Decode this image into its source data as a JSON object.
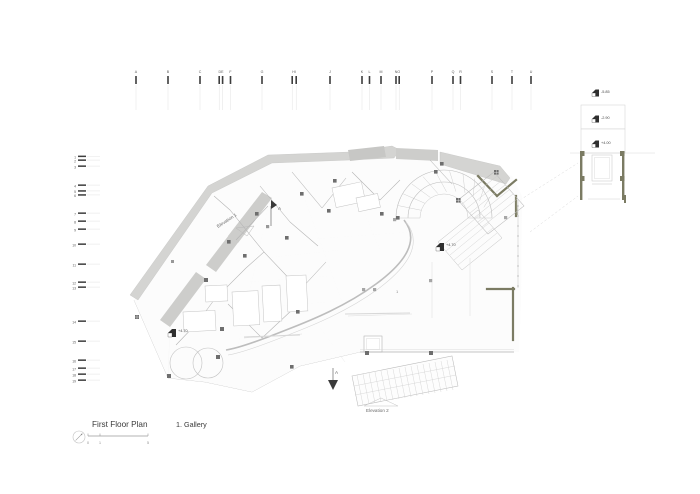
{
  "drawing": {
    "title": "First Floor Plan",
    "legend_label": "1. Gallery",
    "room_number": "1"
  },
  "scale_bar": {
    "start": "0",
    "mid": "1",
    "end": "5"
  },
  "north_arrow": {
    "name": "north-arrow"
  },
  "grid": {
    "column_labels": [
      "A",
      "B",
      "C",
      "DE",
      "F",
      "G",
      "HI",
      "J",
      "K",
      "L",
      "M",
      "NO",
      "P",
      "Q",
      "R",
      "S",
      "T",
      "U"
    ],
    "row_labels": [
      "1",
      "2",
      "3",
      "4",
      "5",
      "6",
      "7",
      "8",
      "9",
      "10",
      "11",
      "12",
      "13",
      "14",
      "15",
      "16",
      "17",
      "18",
      "19"
    ]
  },
  "elevation_markers": [
    {
      "label": "Elevation 1"
    },
    {
      "label": "Elevation 2"
    }
  ],
  "level_markers": [
    {
      "label": "+4.70"
    },
    {
      "label": "+4.70"
    }
  ],
  "detail_panel": {
    "level_markers": [
      {
        "label": "-5.85"
      },
      {
        "label": "-2.90"
      },
      {
        "label": "+4.00"
      }
    ]
  },
  "colors": {
    "background": "#ffffff",
    "wall_poche": "#d4d4d2",
    "wall_poche_dark": "#bfbfbd",
    "accent_olive": "#7b7b63",
    "line_thin": "#b9b9b9",
    "line_mid": "#9a9a9a",
    "line_dark": "#555555",
    "text": "#5a5a5a",
    "column_fill": "#6e6e6e",
    "stair_line": "#c8c8c8"
  }
}
